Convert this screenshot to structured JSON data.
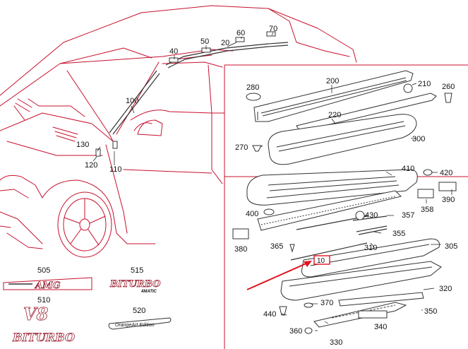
{
  "colors": {
    "line": "#c8102e",
    "arrow": "#e0141e",
    "text": "#111111"
  },
  "callouts": {
    "c10": "10",
    "c20": "20",
    "c40": "40",
    "c50": "50",
    "c60": "60",
    "c70": "70",
    "c100": "100",
    "c110": "110",
    "c120": "120",
    "c130": "130",
    "c200": "200",
    "c210": "210",
    "c220": "220",
    "c260": "260",
    "c270": "270",
    "c280": "280",
    "c300": "300",
    "c305": "305",
    "c310": "310",
    "c320": "320",
    "c330": "330",
    "c340": "340",
    "c350": "350",
    "c355": "355",
    "c357": "357",
    "c358": "358",
    "c360": "360",
    "c365": "365",
    "c370": "370",
    "c380": "380",
    "c390": "390",
    "c400": "400",
    "c410": "410",
    "c420": "420",
    "c430": "430",
    "c440": "440",
    "c505": "505",
    "c510": "510",
    "c515": "515",
    "c520": "520"
  },
  "badges": {
    "amg": "AMG",
    "biturbo": "BITURBO",
    "matic": "4MATIC",
    "v8": "V8",
    "biturbo_large": "BITURBO",
    "orange_art": "OrangeArt Edition"
  },
  "highlight": {
    "label": "10",
    "icon": "red-arrow-icon"
  }
}
